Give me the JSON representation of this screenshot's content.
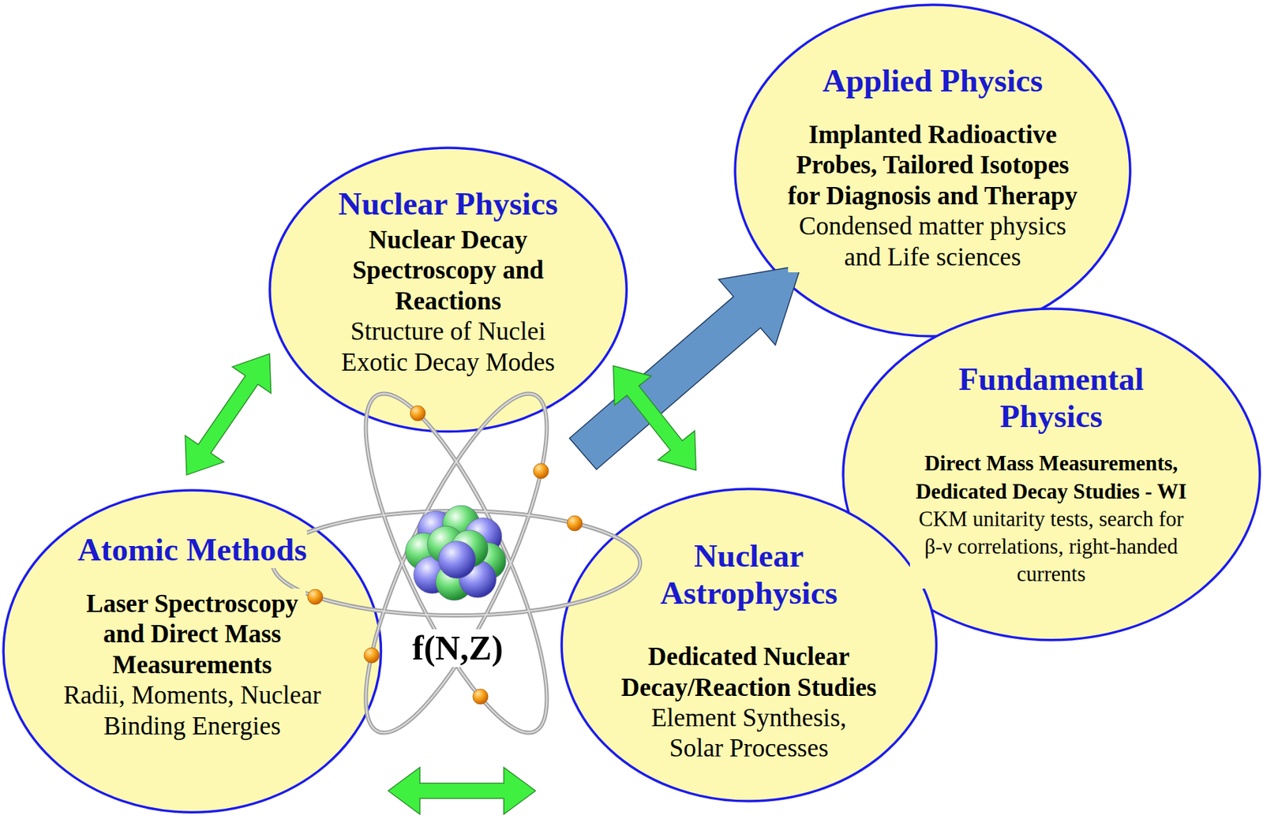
{
  "diagram": {
    "nodes": [
      {
        "text": [
          "Applied Physics",
          "Implanted Radioactive Probes, Tailored Isotopes for Diagnosis and Therapy",
          "Condensed matter physics and Life sciences"
        ]
      },
      {
        "text": [
          "Nuclear Physics",
          "Nuclear Decay Spectroscopy and Reactions",
          "Structure of Nuclei Exotic Decay Modes"
        ]
      },
      {
        "text": [
          "Fundamental Physics",
          "Direct Mass Measurements, Dedicated Decay Studies - WI",
          "CKM unitarity tests, search for β-ν correlations, right-handed currents"
        ]
      },
      {
        "text": [
          "Atomic Methods",
          "Laser Spectroscopy and Direct Mass Measurements",
          "Radii, Moments, Nuclear Binding Energies"
        ]
      },
      {
        "text": [
          "Nuclear Astrophysics",
          "Dedicated Nuclear Decay/Reaction Studies",
          "Element Synthesis, Solar Processes"
        ]
      }
    ],
    "edges": [
      {
        "from": 3,
        "to": 1,
        "arrow": "both"
      },
      {
        "from": 1,
        "to": 4,
        "arrow": "both"
      },
      {
        "from": 3,
        "to": 4,
        "arrow": "both"
      }
    ],
    "labels": [
      "f(N,Z)"
    ]
  }
}
